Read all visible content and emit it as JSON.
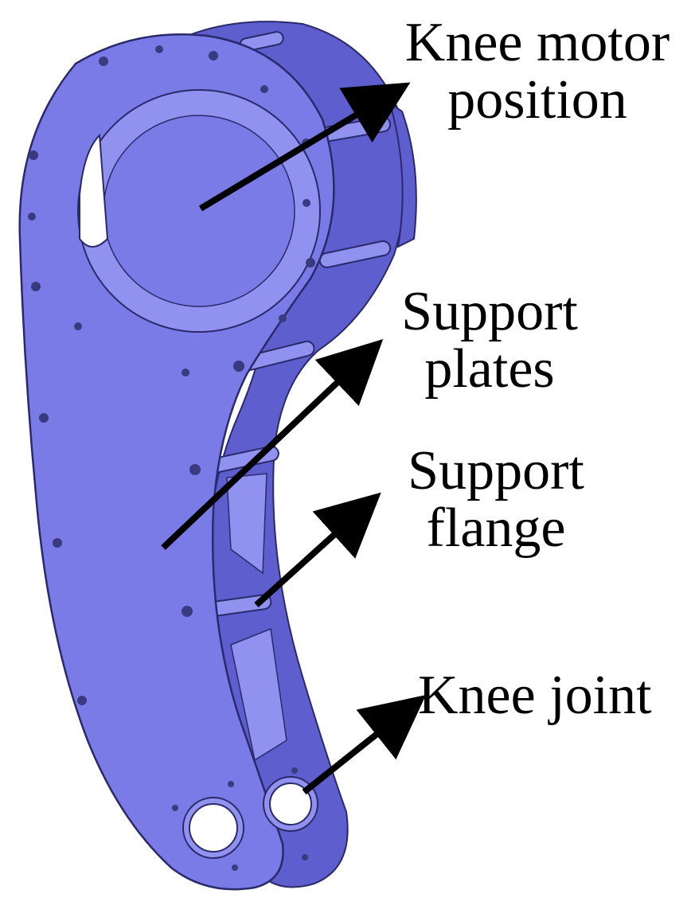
{
  "colors": {
    "part_fill": "#7b7be8",
    "part_fill_dark": "#5e5ecf",
    "part_fill_light": "#9191f0",
    "edge": "#2a2a6a",
    "arrow": "#000000",
    "background": "#ffffff"
  },
  "callouts": {
    "knee_motor": {
      "line1": "Knee motor",
      "line2": "position"
    },
    "support_plates": {
      "line1": "Support",
      "line2": "plates"
    },
    "support_flange": {
      "line1": "Support",
      "line2": "flange"
    },
    "knee_joint": {
      "line1": "Knee joint"
    }
  }
}
